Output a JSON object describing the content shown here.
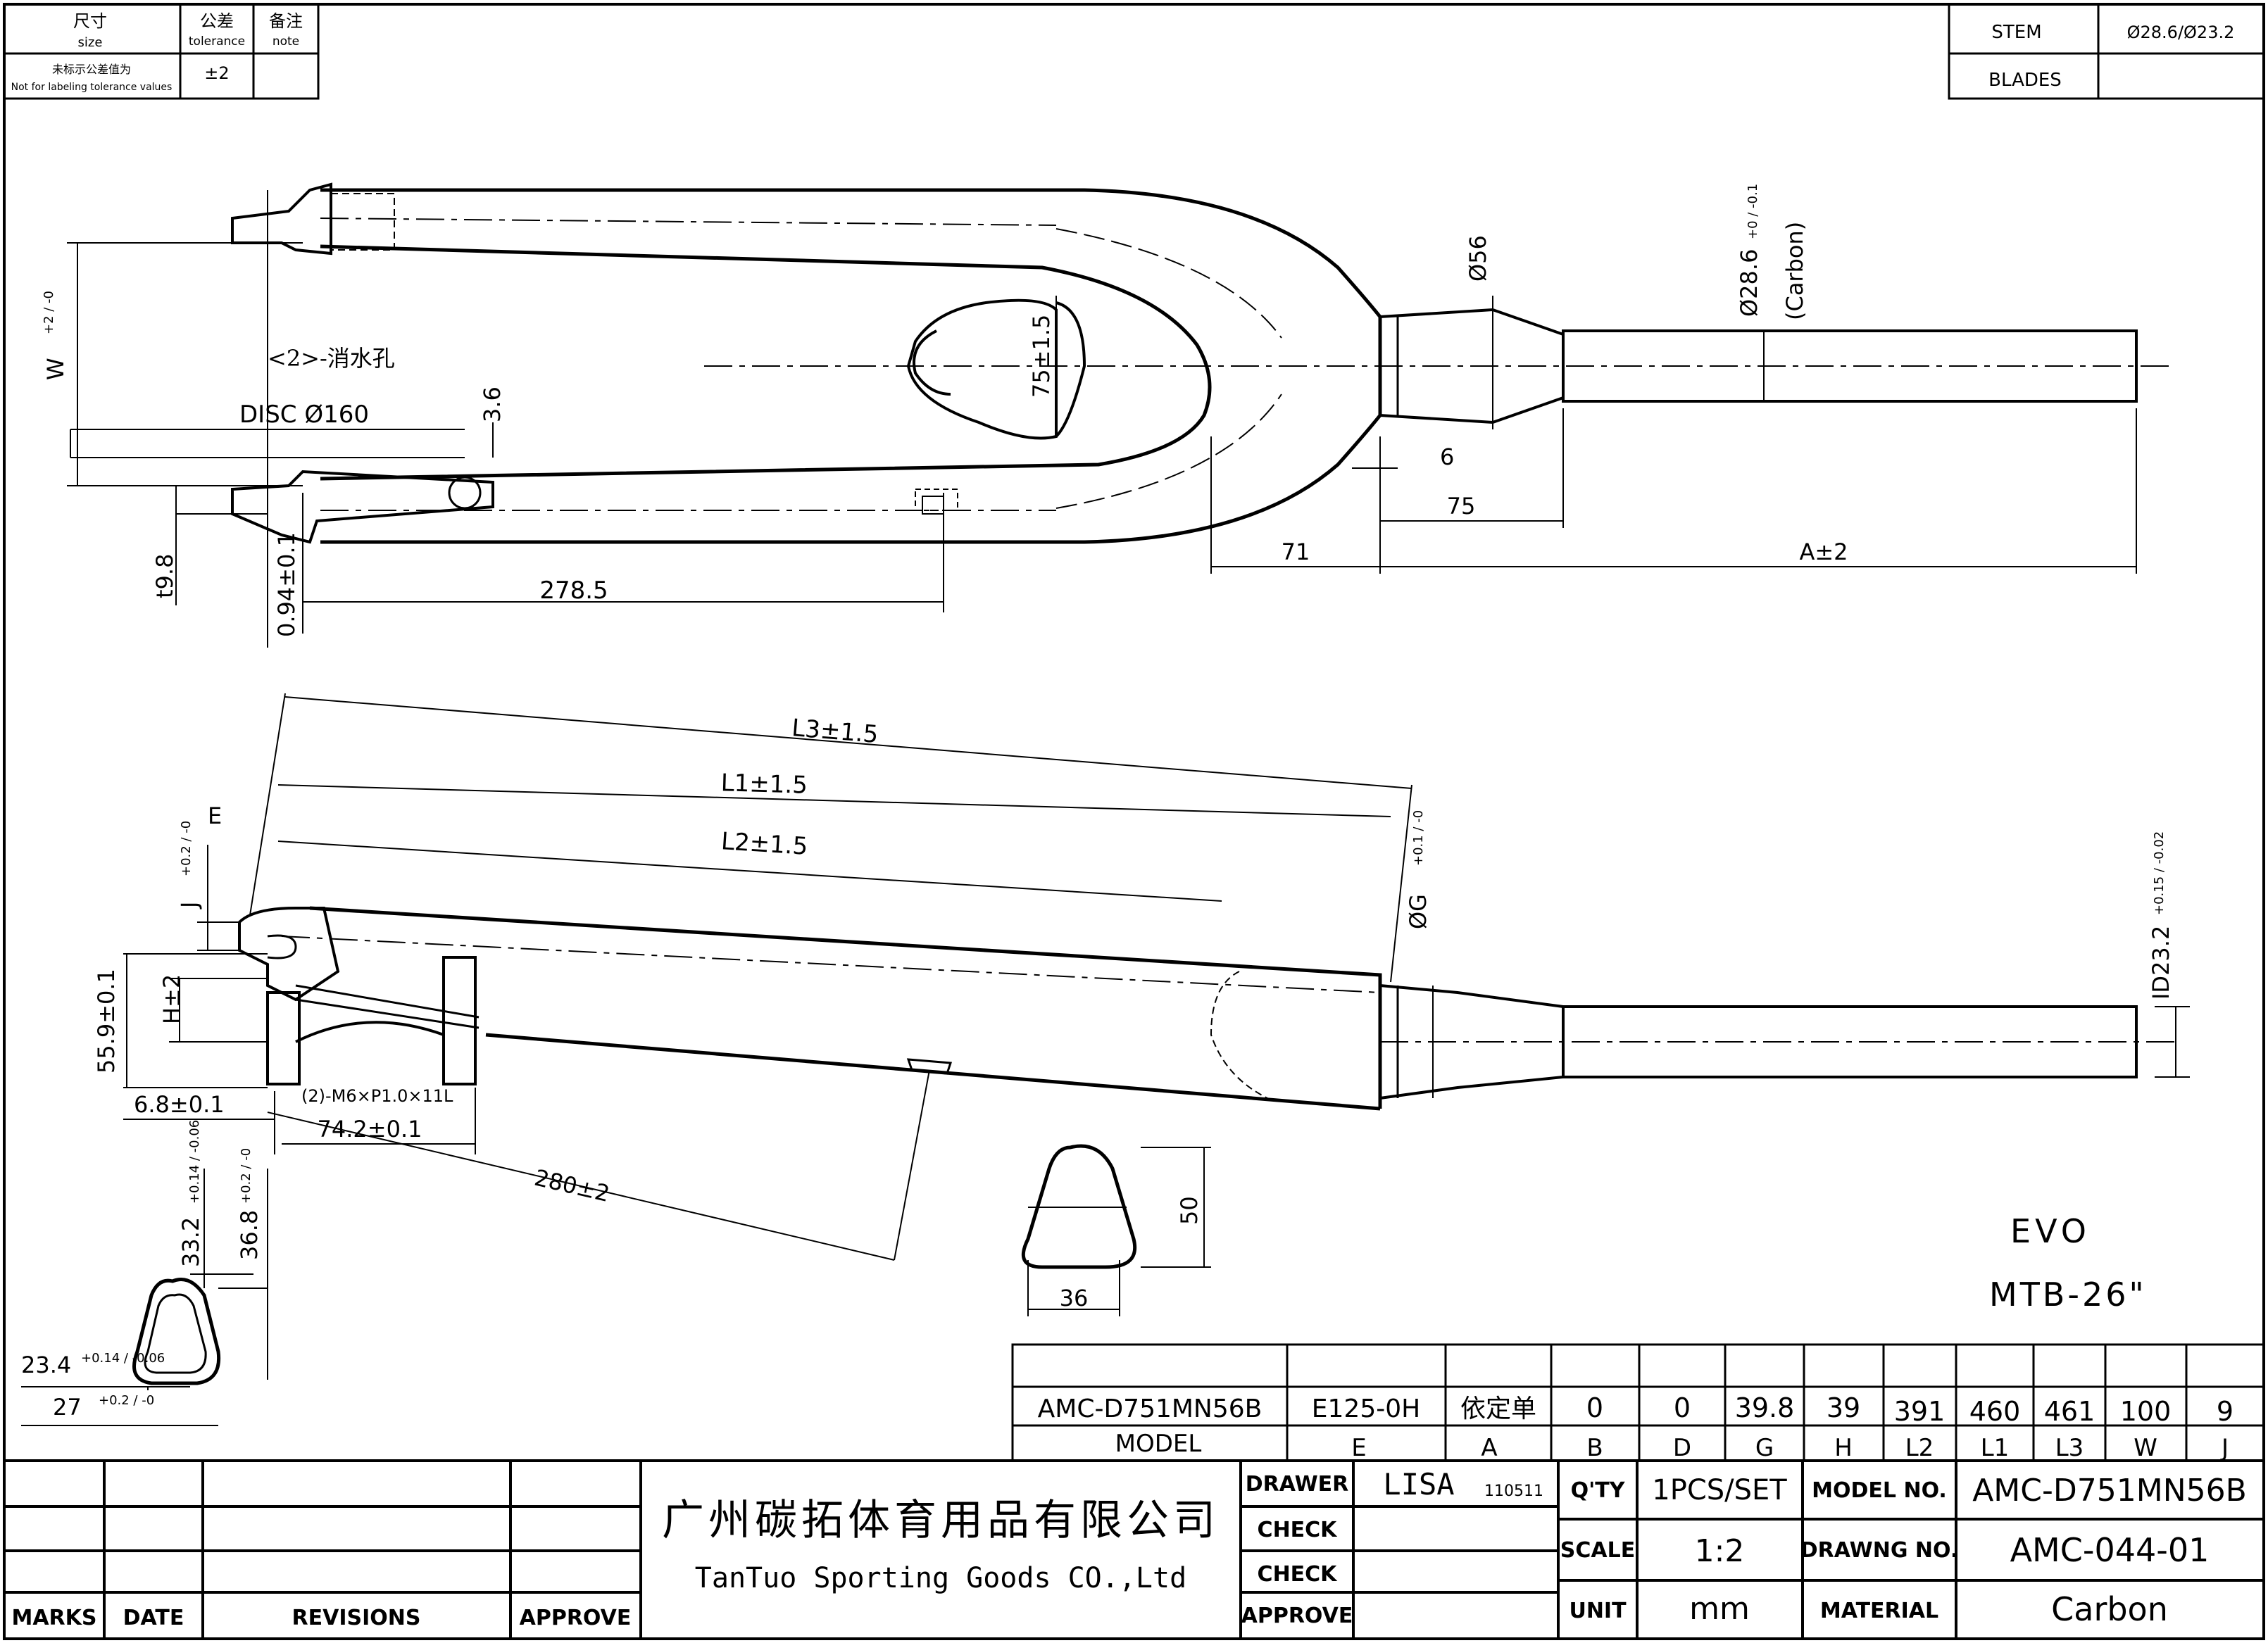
{
  "tolerance_table": {
    "size_cn": "尺寸",
    "size_en": "size",
    "tolerance_cn": "公差",
    "tolerance_en": "tolerance",
    "note_cn": "备注",
    "note_en": "note",
    "row_cn": "未标示公差值为",
    "row_en": "Not for labeling tolerance values",
    "row_value": "±2"
  },
  "stem_table": {
    "stem_label": "STEM",
    "stem_value": "Ø28.6/Ø23.2",
    "blades_label": "BLADES",
    "blades_value": ""
  },
  "top_view": {
    "drain_hole": "<2>-消水孔",
    "disc": "DISC  Ø160",
    "dim_w": "W",
    "dim_w_tol": "+2 / -0",
    "dim_3_6": "3.6",
    "dim_9_8": "t9.8",
    "dim_0_94": "0.94±0.1",
    "dim_278_5": "278.5",
    "dim_75_15": "75±1.5",
    "dim_56": "Ø56",
    "dim_28_6": "Ø28.6",
    "dim_28_6_tol": "+0 / -0.1",
    "carbon_note": "(Carbon)",
    "dim_6": "6",
    "dim_75": "75",
    "dim_71": "71",
    "dim_a": "A±2"
  },
  "side_view": {
    "dim_l3": "L3±1.5",
    "dim_l1": "L1±1.5",
    "dim_l2": "L2±1.5",
    "label_e": "E",
    "dim_j": "J",
    "dim_j_tol": "+0.2 / -0",
    "dim_h": "H±2",
    "dim_55_9": "55.9±0.1",
    "dim_g": "ØG",
    "dim_g_tol": "+0.1 / -0",
    "dim_id": "ID23.2",
    "dim_id_tol": "+0.15 / -0.02",
    "bolt_note": "(2)-M6×P1.0×11L",
    "dim_6_8": "6.8±0.1",
    "dim_74_2": "74.2±0.1",
    "dim_280": "280±2",
    "dim_33_2": "33.2",
    "dim_33_2_tol": "+0.14 / -0.06",
    "dim_36_8": "36.8",
    "dim_36_8_tol": "+0.2 / -0",
    "dim_23_4": "23.4",
    "dim_23_4_tol": "+0.14 / -0.06",
    "dim_27": "27",
    "dim_27_tol": "+0.2 / -0",
    "dim_50": "50",
    "dim_36": "36"
  },
  "model_label": {
    "line1": "EVO",
    "line2": "MTB-26\""
  },
  "spec_table": {
    "values": [
      "AMC-D751MN56B",
      "E125-0H",
      "依定单",
      "0",
      "0",
      "39.8",
      "39",
      "391",
      "460",
      "461",
      "100",
      "9"
    ],
    "headers": [
      "MODEL",
      "E",
      "A",
      "B",
      "D",
      "G",
      "H",
      "L2",
      "L1",
      "L3",
      "W",
      "J"
    ]
  },
  "title_block": {
    "marks": "MARKS",
    "date": "DATE",
    "revisions": "REVISIONS",
    "approve": "APPROVE",
    "company_cn": "广州碳拓体育用品有限公司",
    "company_en": "TanTuo Sporting Goods CO.,Ltd",
    "drawer_label": "DRAWER",
    "drawer_name": "LISA",
    "drawer_date": "110511",
    "check1": "CHECK",
    "check2": "CHECK",
    "approve2": "APPROVE",
    "qty_label": "Q'TY",
    "qty_value": "1PCS/SET",
    "scale_label": "SCALE",
    "scale_value": "1:2",
    "unit_label": "UNIT",
    "unit_value": "mm",
    "model_no_label": "MODEL NO.",
    "model_no_value": "AMC-D751MN56B",
    "drawing_no_label": "DRAWNG NO.",
    "drawing_no_value": "AMC-044-01",
    "material_label": "MATERIAL",
    "material_value": "Carbon"
  }
}
